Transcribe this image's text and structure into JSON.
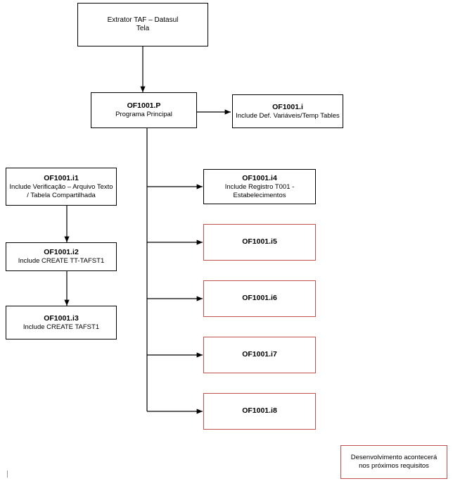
{
  "diagram": {
    "nodes": [
      {
        "id": "screen",
        "title": "Extrator TAF – Datasul",
        "sub": "Tela",
        "style": "plain-black"
      },
      {
        "id": "main",
        "title": "OF1001.P",
        "sub": "Programa Principal",
        "style": "black"
      },
      {
        "id": "inc_i",
        "title": "OF1001.i",
        "sub": "Include Def. Variáveis/Temp Tables",
        "style": "black"
      },
      {
        "id": "inc_i1",
        "title": "OF1001.i1",
        "sub": "Include Verificação – Arquivo Texto / Tabela Compartilhada",
        "style": "black"
      },
      {
        "id": "inc_i2",
        "title": "OF1001.i2",
        "sub": "Include CREATE TT-TAFST1",
        "style": "black"
      },
      {
        "id": "inc_i3",
        "title": "OF1001.i3",
        "sub": "Include CREATE TAFST1",
        "style": "black"
      },
      {
        "id": "inc_i4",
        "title": "OF1001.i4",
        "sub": "Include Registro T001 - Estabelecimentos",
        "style": "black"
      },
      {
        "id": "inc_i5",
        "title": "OF1001.i5",
        "sub": "",
        "style": "red"
      },
      {
        "id": "inc_i6",
        "title": "OF1001.i6",
        "sub": "",
        "style": "red"
      },
      {
        "id": "inc_i7",
        "title": "OF1001.i7",
        "sub": "",
        "style": "red"
      },
      {
        "id": "inc_i8",
        "title": "OF1001.i8",
        "sub": "",
        "style": "red"
      }
    ],
    "legend": {
      "text": "Desenvolvimento acontecerá nos próximos requisitos"
    },
    "colors": {
      "black_border": "#000000",
      "red_border": "#c0504d",
      "background": "#ffffff",
      "connector": "#000000"
    }
  }
}
